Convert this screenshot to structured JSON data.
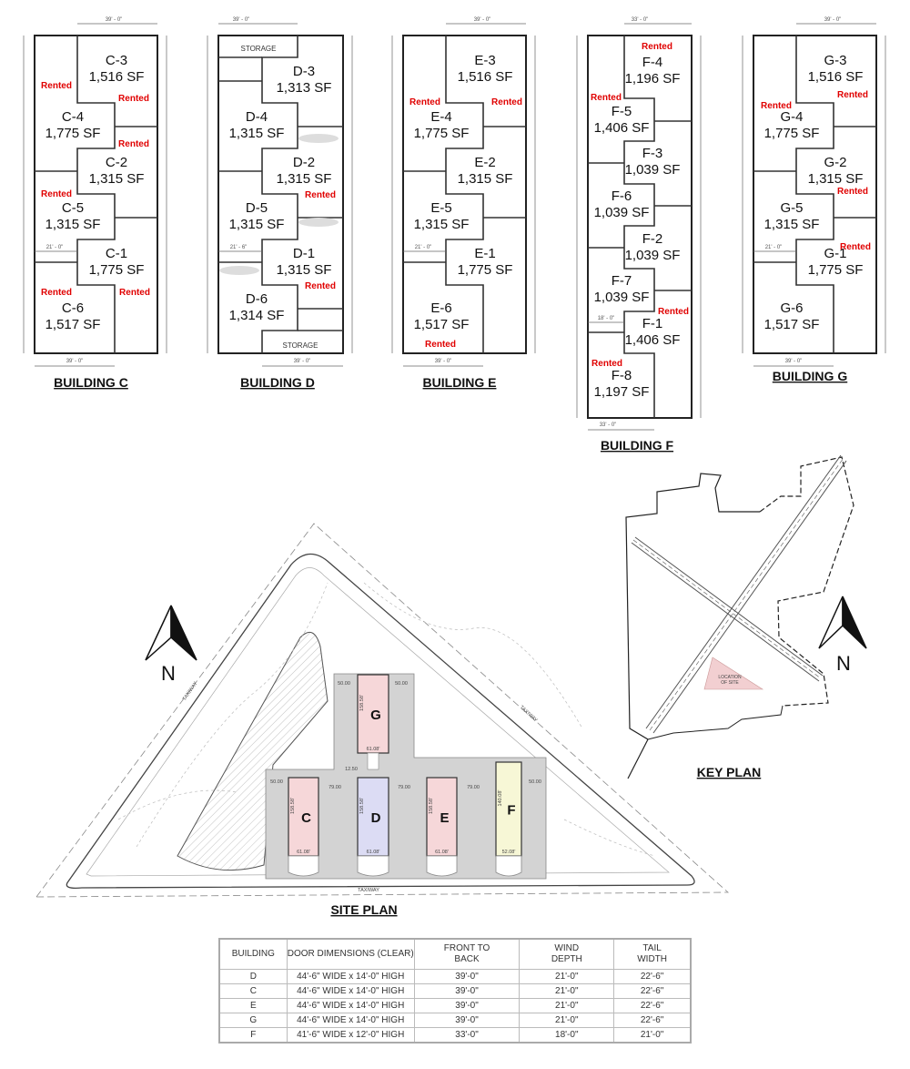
{
  "buildings": [
    {
      "id": "C",
      "title": "BUILDING C",
      "units": [
        {
          "name": "C-3",
          "sf": "1,516 SF"
        },
        {
          "name": "C-4",
          "sf": "1,775 SF"
        },
        {
          "name": "C-2",
          "sf": "1,315 SF"
        },
        {
          "name": "C-5",
          "sf": "1,315 SF"
        },
        {
          "name": "C-1",
          "sf": "1,775 SF"
        },
        {
          "name": "C-6",
          "sf": "1,517 SF"
        }
      ],
      "rented_tags": [
        "Rented",
        "Rented",
        "Rented",
        "Rented",
        "Rented",
        "Rented"
      ],
      "dims": {
        "top": "39' - 0\"",
        "bottom": "39' - 0\"",
        "inner": "21' - 0\""
      }
    },
    {
      "id": "D",
      "title": "BUILDING D",
      "units": [
        {
          "name": "D-3",
          "sf": "1,313 SF"
        },
        {
          "name": "D-4",
          "sf": "1,315 SF"
        },
        {
          "name": "D-2",
          "sf": "1,315 SF"
        },
        {
          "name": "D-5",
          "sf": "1,315 SF"
        },
        {
          "name": "D-1",
          "sf": "1,315 SF"
        },
        {
          "name": "D-6",
          "sf": "1,314 SF"
        }
      ],
      "rented_tags": [
        "Rented",
        "Rented"
      ],
      "storage": [
        "STORAGE",
        "STORAGE"
      ],
      "dims": {
        "top": "39' - 0\"",
        "bottom": "39' - 0\"",
        "inner": "21' - 6\""
      }
    },
    {
      "id": "E",
      "title": "BUILDING E",
      "units": [
        {
          "name": "E-3",
          "sf": "1,516 SF"
        },
        {
          "name": "E-4",
          "sf": "1,775 SF"
        },
        {
          "name": "E-2",
          "sf": "1,315 SF"
        },
        {
          "name": "E-5",
          "sf": "1,315 SF"
        },
        {
          "name": "E-1",
          "sf": "1,775 SF"
        },
        {
          "name": "E-6",
          "sf": "1,517 SF"
        }
      ],
      "rented_tags": [
        "Rented",
        "Rented",
        "Rented"
      ],
      "dims": {
        "top": "39' - 0\"",
        "bottom": "39' - 0\"",
        "inner": "21' - 0\""
      }
    },
    {
      "id": "F",
      "title": "BUILDING F",
      "units": [
        {
          "name": "F-4",
          "sf": "1,196 SF"
        },
        {
          "name": "F-5",
          "sf": "1,406 SF"
        },
        {
          "name": "F-3",
          "sf": "1,039 SF"
        },
        {
          "name": "F-6",
          "sf": "1,039 SF"
        },
        {
          "name": "F-2",
          "sf": "1,039 SF"
        },
        {
          "name": "F-7",
          "sf": "1,039 SF"
        },
        {
          "name": "F-1",
          "sf": "1,406 SF"
        },
        {
          "name": "F-8",
          "sf": "1,197 SF"
        }
      ],
      "rented_tags": [
        "Rented",
        "Rented",
        "Rented",
        "Rented"
      ],
      "dims": {
        "top": "33' - 0\"",
        "bottom": "33' - 0\"",
        "inner": "18' - 0\""
      }
    },
    {
      "id": "G",
      "title": "BUILDING G",
      "units": [
        {
          "name": "G-3",
          "sf": "1,516 SF"
        },
        {
          "name": "G-4",
          "sf": "1,775 SF"
        },
        {
          "name": "G-2",
          "sf": "1,315 SF"
        },
        {
          "name": "G-5",
          "sf": "1,315 SF"
        },
        {
          "name": "G-1",
          "sf": "1,775 SF"
        },
        {
          "name": "G-6",
          "sf": "1,517 SF"
        }
      ],
      "rented_tags": [
        "Rented",
        "Rented",
        "Rented",
        "Rented"
      ],
      "dims": {
        "top": "39' - 0\"",
        "bottom": "39' - 0\"",
        "inner": "21' - 0\""
      }
    }
  ],
  "colors": {
    "rented": "#e00000",
    "pink": "#f6d7d9",
    "blue": "#dcdcf4",
    "yellow": "#f7f7d6",
    "paving": "#d3d3d3"
  },
  "site_plan": {
    "title": "SITE PLAN",
    "north": "N",
    "taxiway": "TAXIWAY",
    "buildings": [
      {
        "letter": "G",
        "width": "61.08'",
        "length": "158.58'"
      },
      {
        "letter": "C",
        "width": "61.08'",
        "length": "158.58'"
      },
      {
        "letter": "D",
        "width": "61.08'",
        "length": "158.58'"
      },
      {
        "letter": "E",
        "width": "61.08'",
        "length": "158.58'"
      },
      {
        "letter": "F",
        "width": "52.08'",
        "length": "140.08'"
      }
    ],
    "spacing": {
      "side": "50.00",
      "between": "79.00",
      "gap": "12.50"
    }
  },
  "key_plan": {
    "title": "KEY PLAN",
    "north": "N",
    "site_line1": "LOCATION",
    "site_line2": "OF SITE"
  },
  "table": {
    "headers": [
      "BUILDING",
      "DOOR DIMENSIONS (CLEAR)",
      "FRONT TO BACK",
      "WIND DEPTH",
      "TAIL WIDTH"
    ],
    "rows": [
      [
        "D",
        "44'-6\" WIDE x 14'-0\" HIGH",
        "39'-0\"",
        "21'-0\"",
        "22'-6\""
      ],
      [
        "C",
        "44'-6\" WIDE x 14'-0\" HIGH",
        "39'-0\"",
        "21'-0\"",
        "22'-6\""
      ],
      [
        "E",
        "44'-6\" WIDE x 14'-0\" HIGH",
        "39'-0\"",
        "21'-0\"",
        "22'-6\""
      ],
      [
        "G",
        "44'-6\" WIDE x 14'-0\" HIGH",
        "39'-0\"",
        "21'-0\"",
        "22'-6\""
      ],
      [
        "F",
        "41'-6\" WIDE x 12'-0\" HIGH",
        "33'-0\"",
        "18'-0\"",
        "21'-0\""
      ]
    ]
  }
}
